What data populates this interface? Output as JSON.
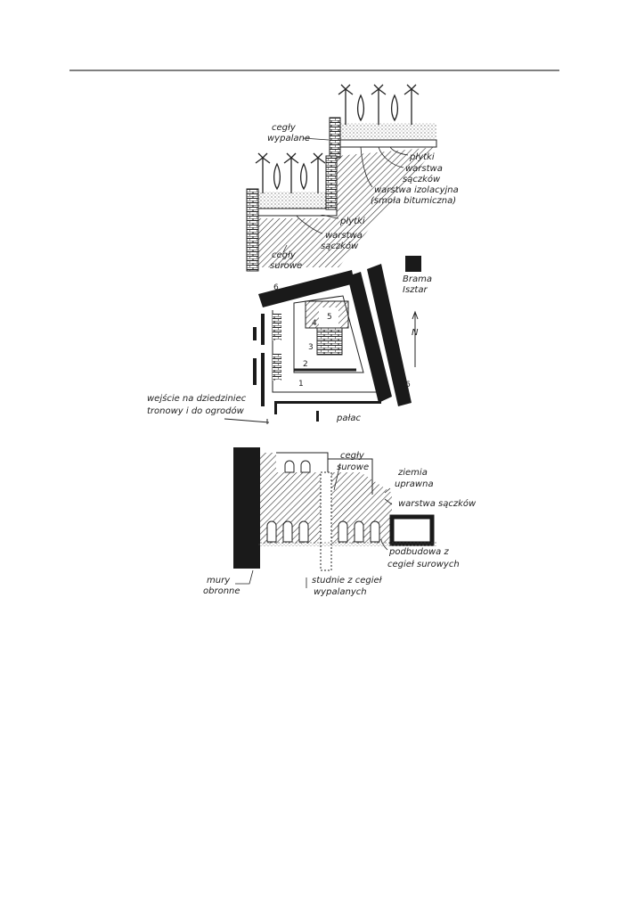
{
  "figure": {
    "top_section": {
      "labels": {
        "fired_bricks_1": "cegły",
        "fired_bricks_2": "wypalane",
        "tiles_upper": "płytki",
        "drain_upper_1": "warstwa",
        "drain_upper_2": "sączków",
        "insulation_1": "warstwa izolacyjna",
        "insulation_2": "(smoła bitumiczna)",
        "tiles_lower": "płytki",
        "drain_lower_1": "warstwa",
        "drain_lower_2": "sączków",
        "raw_bricks_1": "cegły",
        "raw_bricks_2": "surowe"
      }
    },
    "plan_section": {
      "labels": {
        "gate_1": "Brama",
        "gate_2": "Isztar",
        "north": "N",
        "wall_num_a": "6",
        "wall_num_b": "6",
        "n1": "1",
        "n2": "2",
        "n3": "3",
        "n4": "4",
        "n5": "5",
        "entrance_1": "wejście na dziedziniec",
        "entrance_2": "tronowy i do ogrodów",
        "palace": "pałac"
      }
    },
    "section_section": {
      "labels": {
        "raw_bricks_1": "cegły",
        "raw_bricks_2": "surowe",
        "soil_1": "ziemia",
        "soil_2": "uprawna",
        "drain": "warstwa sączków",
        "foundation_1": "podbudowa z",
        "foundation_2": "cegieł surowych",
        "walls_1": "mury",
        "walls_2": "obronne",
        "wells_1": "studnie z cegieł",
        "wells_2": "wypalanych"
      }
    }
  }
}
